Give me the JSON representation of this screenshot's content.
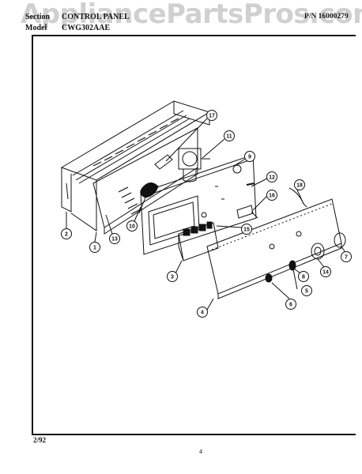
{
  "header": {
    "watermark": "AppliancePartsPros.com",
    "section_label": "Section",
    "section_value": "CONTROL PANEL",
    "model_label": "Model",
    "model_value": "CWG302AAE",
    "part_number": "P/N 16000279"
  },
  "footer": {
    "date": "2/92",
    "page_number": "4"
  },
  "callouts": [
    "1",
    "2",
    "3",
    "4",
    "5",
    "6",
    "7",
    "8",
    "9",
    "10",
    "11",
    "12",
    "13",
    "14",
    "15",
    "16",
    "17",
    "18"
  ]
}
